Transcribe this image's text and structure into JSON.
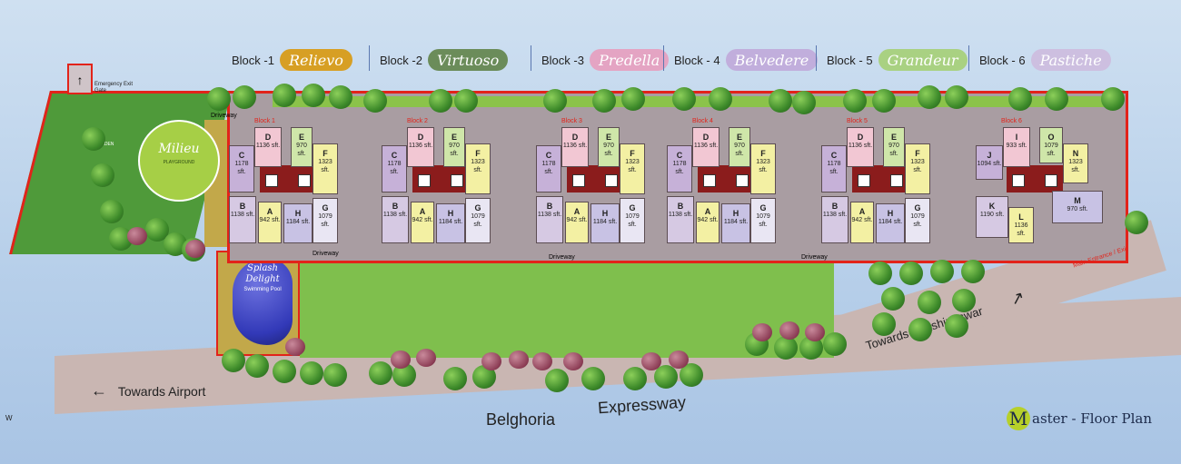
{
  "legend": [
    {
      "label": "Block -1",
      "name": "Relievo",
      "color": "#d79f24"
    },
    {
      "label": "Block -2",
      "name": "Virtuoso",
      "color": "#6b8c5a"
    },
    {
      "label": "Block -3",
      "name": "Predella",
      "color": "#e4a4c3"
    },
    {
      "label": "Block - 4",
      "name": "Belvedere",
      "color": "#c1aedc"
    },
    {
      "label": "Block - 5",
      "name": "Grandeur",
      "color": "#a9d182"
    },
    {
      "label": "Block - 6",
      "name": "Pastiche",
      "color": "#cdbfe0"
    }
  ],
  "site": {
    "emergency_gate": "Emergency Exit Gate",
    "driveway": "Driveway",
    "milieu": "Milieu",
    "playground": "PLAYGROUND",
    "garden": "GARDEN",
    "splash": "Splash Delight",
    "pool": "Swimming Pool",
    "main_entrance": "Main Entrance / Exit",
    "block_tags": [
      "Block 1",
      "Block 2",
      "Block 3",
      "Block 4",
      "Block 5",
      "Block 6"
    ],
    "colors": {
      "boundary": "#e2231a",
      "core": "#8b1c1c",
      "lawn": "#7fbf4d",
      "road": "#c9b6b2"
    }
  },
  "units": {
    "C": {
      "area": "1178 sft.",
      "color": "#c6b1d8"
    },
    "D": {
      "area": "1136 sft.",
      "color": "#f2c7d3"
    },
    "E": {
      "area": "970 sft.",
      "color": "#cfe6a9"
    },
    "F": {
      "area": "1323 sft.",
      "color": "#f3f0a3"
    },
    "B": {
      "area": "1138 sft.",
      "color": "#d6c9e3"
    },
    "A": {
      "area": "942 sft.",
      "color": "#f3f0a3"
    },
    "H": {
      "area": "1184 sft.",
      "color": "#c8c2e4"
    },
    "G": {
      "area": "1079 sft.",
      "color": "#e9e6f3"
    }
  },
  "block6_units": {
    "J": {
      "area": "1094 sft.",
      "color": "#c6b1d8"
    },
    "I": {
      "area": "933 sft.",
      "color": "#f2c7d3"
    },
    "O": {
      "area": "1079 sft.",
      "color": "#cfe6a9"
    },
    "N": {
      "area": "1323 sft.",
      "color": "#f3f0a3"
    },
    "K": {
      "area": "1190 sft.",
      "color": "#d6c9e3"
    },
    "L": {
      "area": "1136 sft.",
      "color": "#f3f0a3"
    },
    "M": {
      "area": "970 sft.",
      "color": "#c8c2e4"
    }
  },
  "roads": {
    "main": "Belghoria",
    "main2": "Expressway",
    "left": "Towards Airport",
    "right": "Towards Dakshineswar",
    "left_arrow": "←",
    "right_arrow": "↗"
  },
  "title": {
    "initial": "M",
    "text": "aster - Floor Plan"
  },
  "compass": "W"
}
